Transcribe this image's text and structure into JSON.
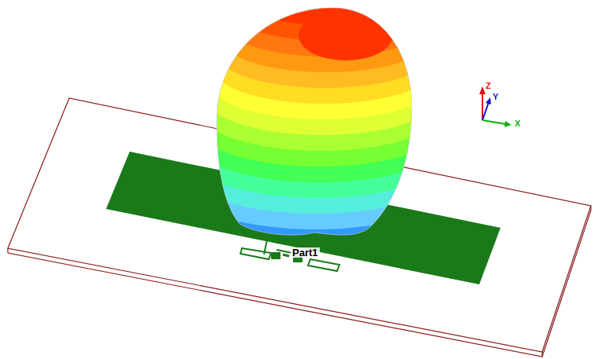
{
  "diagram": {
    "labels": [
      "Part1",
      "Z",
      "Y",
      "X"
    ]
  }
}
